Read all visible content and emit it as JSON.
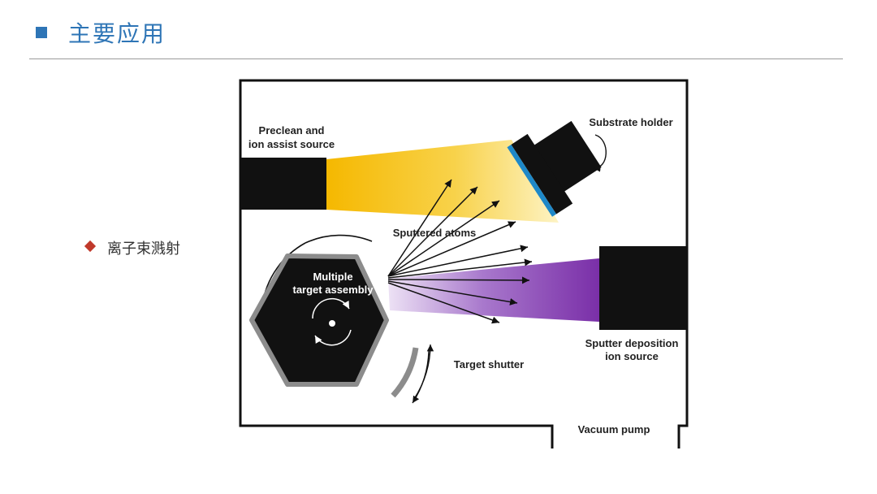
{
  "header": {
    "title": "主要应用"
  },
  "bullet": {
    "text": "离子束溅射"
  },
  "diagram": {
    "labels": {
      "preclean_line1": "Preclean and",
      "preclean_line2": "ion assist source",
      "substrate_holder": "Substrate holder",
      "sputtered_atoms": "Sputtered atoms",
      "target_line1": "Multiple",
      "target_line2": "target assembly",
      "target_shutter": "Target shutter",
      "sputter_line1": "Sputter deposition",
      "sputter_line2": "ion source",
      "vacuum_pump": "Vacuum pump"
    },
    "colors": {
      "ion_beam_assist": "#f5b800",
      "ion_beam_sputter": "#7a2fa8",
      "substrate": "#1e88c8",
      "target_edge": "#8c8c8c"
    }
  }
}
